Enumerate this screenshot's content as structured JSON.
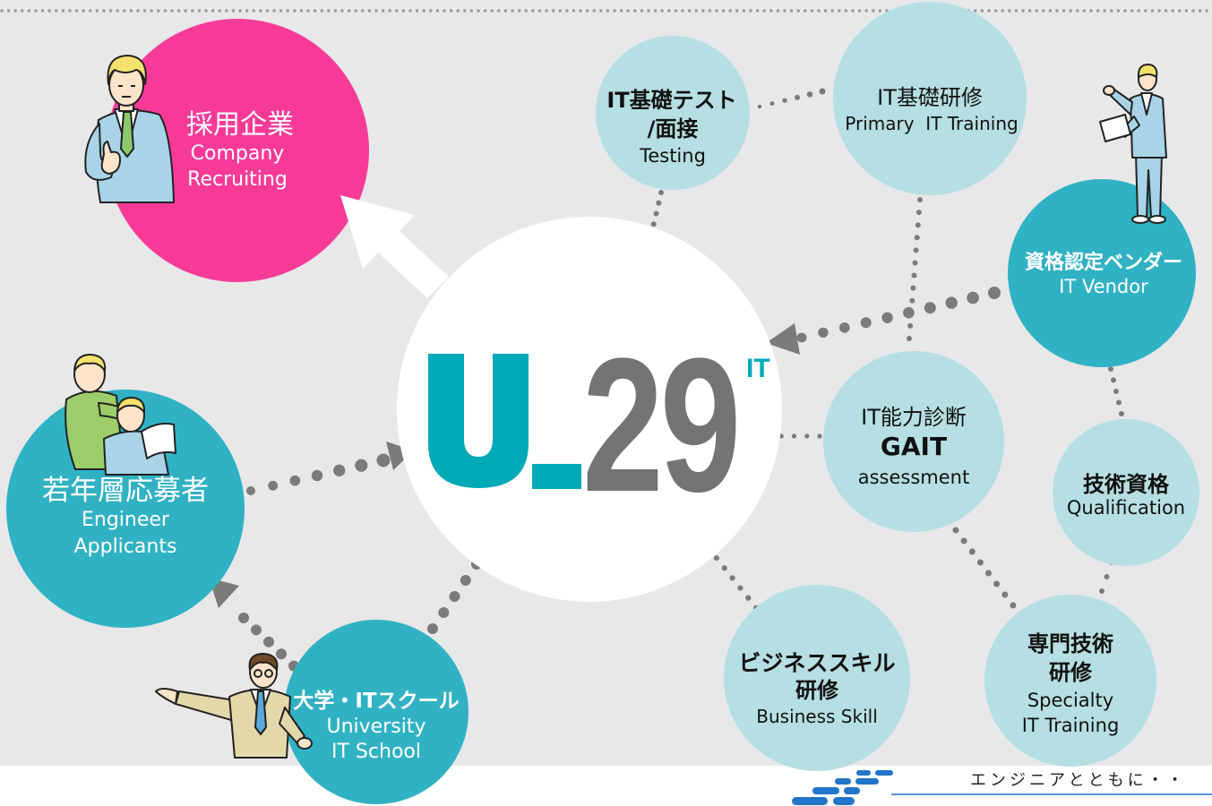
{
  "colors": {
    "background": "#e8e8e8",
    "pink": "#f83a97",
    "teal": "#30b2c4",
    "light_teal": "#b5dfe2",
    "logo_teal": "#00a9b8",
    "logo_gray": "#747474",
    "connector": "#7b7b7b",
    "footer_blue": "#2276c9"
  },
  "logo": {
    "letter": "U",
    "number": "29",
    "superscript": "IT"
  },
  "nodes": {
    "company": {
      "title": "採用企業",
      "lines": [
        "Company",
        "Recruiting"
      ]
    },
    "testing": {
      "title_lines": [
        "IT基礎テスト",
        "/面接"
      ],
      "subtitle": "Testing"
    },
    "primary_training": {
      "title": "IT基礎研修",
      "subtitle": "Primary  IT Training"
    },
    "it_vendor": {
      "title": "資格認定ベンダー",
      "subtitle": "IT Vendor"
    },
    "gait": {
      "title": "IT能力診断",
      "acronym": "GAIT",
      "subtitle": "assessment"
    },
    "qualification": {
      "title": "技術資格",
      "subtitle": "Qualification"
    },
    "specialty_training": {
      "title_lines": [
        "専門技術",
        "研修"
      ],
      "subtitle_lines": [
        "Specialty",
        "IT Training"
      ]
    },
    "business_skill": {
      "title_lines": [
        "ビジネススキル",
        "研修"
      ],
      "subtitle": "Business Skill"
    },
    "applicants": {
      "title": "若年層応募者",
      "subtitle_lines": [
        "Engineer",
        "Applicants"
      ]
    },
    "school": {
      "title": "大学・ITスクール",
      "subtitle_lines": [
        "University",
        "IT School"
      ]
    }
  },
  "footer": {
    "tagline": "エンジニアとともに・・",
    "logo_icon": "company-logo-icon"
  }
}
